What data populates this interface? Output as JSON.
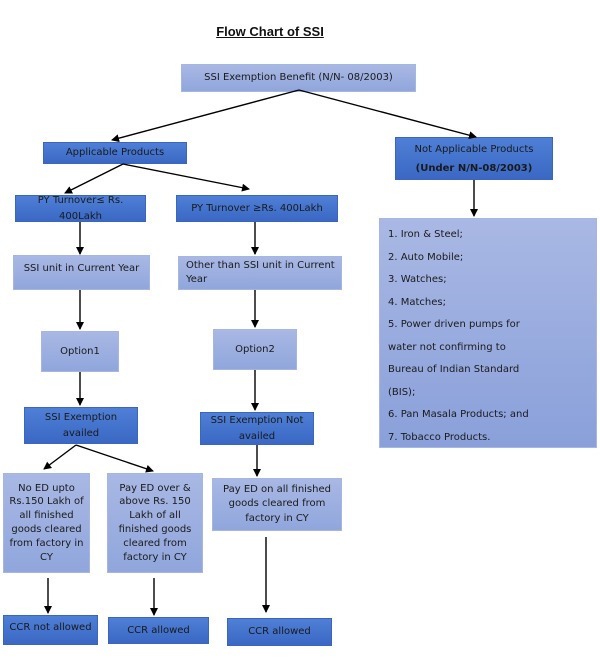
{
  "title": "Flow Chart of SSI",
  "nodes": {
    "root": "SSI Exemption Benefit (N/N- 08/2003)",
    "applicable": "Applicable Products",
    "not_applicable_line1": "Not Applicable Products",
    "not_applicable_line2": "(Under N/N-08/2003)",
    "turnover_le": "PY Turnover≤ Rs. 400Lakh",
    "turnover_ge": "PY Turnover ≥Rs. 400Lakh",
    "ssi_unit_cy": "SSI unit in Current Year",
    "other_than_ssi_line1": "Other than SSI unit in Current",
    "other_than_ssi_line2": "Year",
    "option1": "Option1",
    "option2": "Option2",
    "exemption_availed_line1": "SSI Exemption",
    "exemption_availed_line2": "availed",
    "exemption_not_availed_line1": "SSI Exemption Not",
    "exemption_not_availed_line2": "availed",
    "no_ed": [
      "No ED upto",
      "Rs.150 Lakh of",
      "all finished",
      "goods cleared",
      "from factory in",
      "CY"
    ],
    "pay_ed_over": [
      "Pay ED over &",
      "above Rs. 150",
      "Lakh of all",
      "finished goods",
      "cleared from",
      "factory in CY"
    ],
    "pay_ed_all": [
      "Pay ED on all finished",
      "goods cleared from",
      "factory in CY"
    ],
    "ccr_not_allowed": "CCR not allowed",
    "ccr_allowed_1": "CCR allowed",
    "ccr_allowed_2": "CCR allowed"
  },
  "not_applicable_list": [
    "1. Iron & Steel;",
    "2. Auto Mobile;",
    "3. Watches;",
    "4. Matches;",
    "5. Power driven pumps for",
    "water not confirming to",
    "Bureau of Indian Standard",
    "(BIS);",
    "6. Pan Masala Products; and",
    "7. Tobacco Products."
  ],
  "colors": {
    "dark_box": "#4472c4",
    "light_box": "#9fb1e0",
    "arrow": "#000000"
  }
}
